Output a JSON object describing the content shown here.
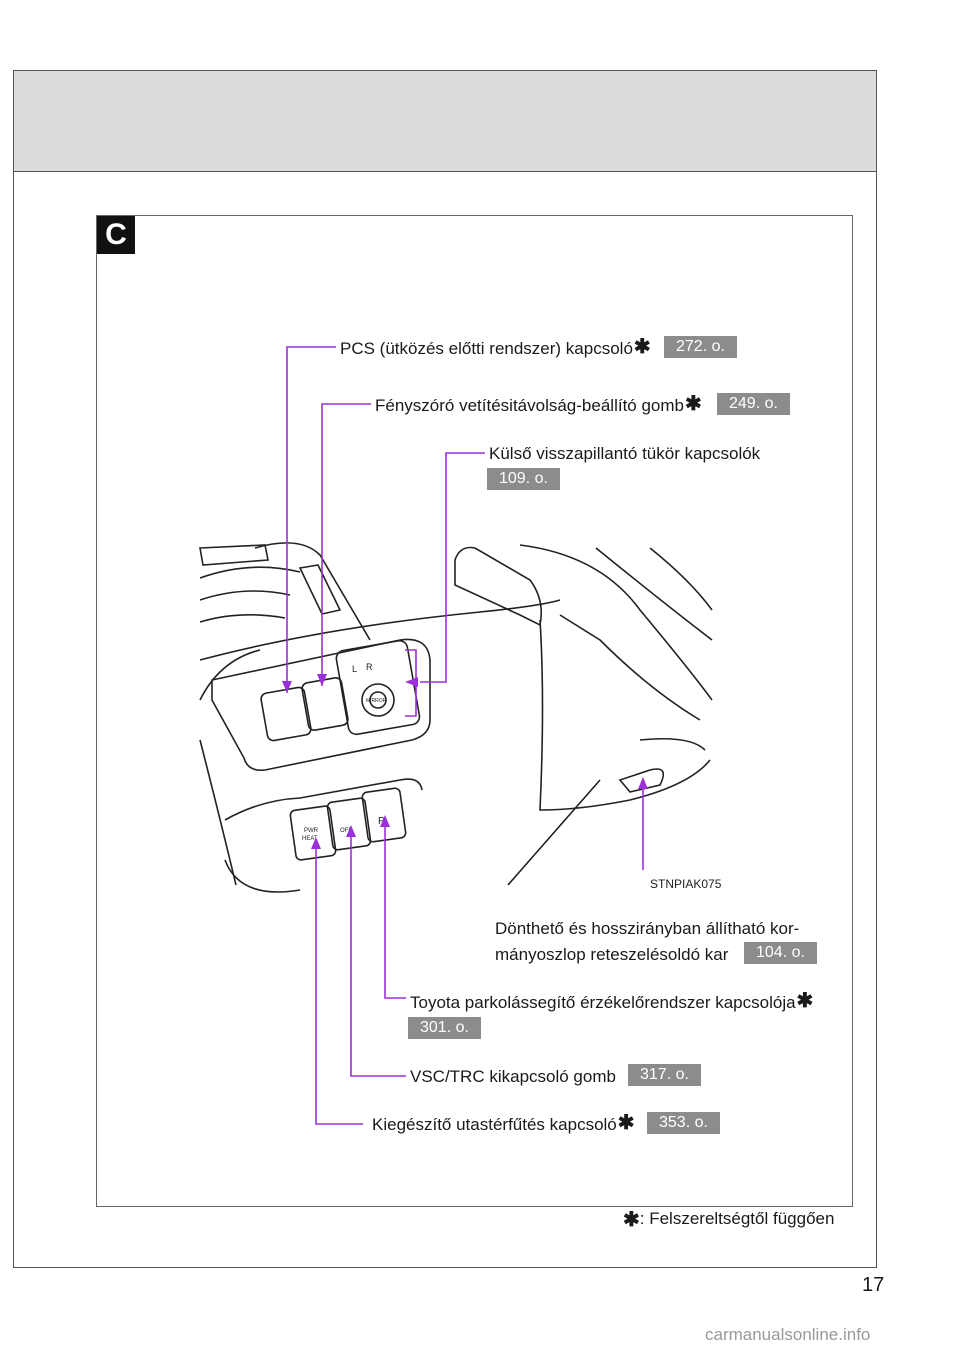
{
  "section_letter": "C",
  "callouts": [
    {
      "id": "pcs",
      "text": "PCS (ütközés előtti rendszer) kapcsoló",
      "asterisk": true,
      "ref": "272. o."
    },
    {
      "id": "headlight",
      "text": "Fényszóró vetítésitávolság-beállító gomb",
      "asterisk": true,
      "ref": "249. o."
    },
    {
      "id": "mirror",
      "text": "Külső visszapillantó tükör kapcsolók",
      "asterisk": false,
      "ref": "109. o."
    },
    {
      "id": "tilt_line1",
      "text": "Dönthető és hosszirányban állítható kor-"
    },
    {
      "id": "tilt",
      "text": "mányoszlop reteszelésoldó kar",
      "asterisk": false,
      "ref": "104. o."
    },
    {
      "id": "parking",
      "text": "Toyota parkolássegítő érzékelőrendszer kapcsolója",
      "asterisk": true,
      "ref": "301. o."
    },
    {
      "id": "vsc",
      "text": "VSC/TRC kikapcsoló gomb",
      "asterisk": false,
      "ref": "317. o."
    },
    {
      "id": "heater",
      "text": "Kiegészítő utastérfűtés kapcsoló",
      "asterisk": true,
      "ref": "353. o."
    }
  ],
  "asterisk_symbol": "✱",
  "image_code": "STNPIAK075",
  "switch_labels": {
    "mirror_l": "L",
    "mirror_r": "R",
    "mirror_knob": "MIRROR",
    "vsc": "OFF",
    "heat_line1": "PWR",
    "heat_line2": "HEAT",
    "parking": "P"
  },
  "footnote": ": Felszereltségtől függően",
  "page_number": "17",
  "watermark": "carmanualsonline.info",
  "colors": {
    "leader_line": "#9b30d9",
    "ref_box": "#8c8c8c",
    "header_band": "#dcdcdc"
  }
}
